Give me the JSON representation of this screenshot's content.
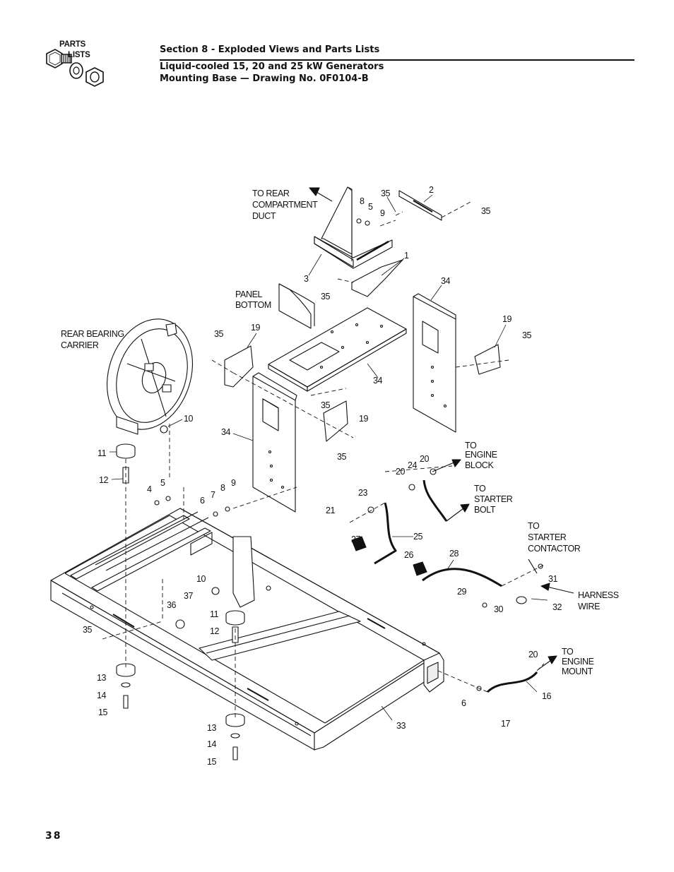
{
  "header": {
    "logo_line1": "PARTS",
    "logo_line2": "LISTS",
    "section": "Section 8 - Exploded Views and Parts Lists",
    "subtitle_line1": "Liquid-cooled 15, 20 and 25 kW Generators",
    "subtitle_line2": "Mounting Base — Drawing No. 0F0104-B"
  },
  "drawing": {
    "callouts": {
      "rear_duct": [
        "TO REAR",
        "COMPARTMENT",
        "DUCT"
      ],
      "panel_bottom": [
        "PANEL",
        "BOTTOM"
      ],
      "rear_bearing": [
        "REAR BEARING",
        "CARRIER"
      ],
      "engine_block": [
        "TO",
        "ENGINE",
        "BLOCK"
      ],
      "starter_bolt": [
        "TO",
        "STARTER",
        "BOLT"
      ],
      "starter_contactor": [
        "TO",
        "STARTER",
        "CONTACTOR"
      ],
      "harness_wire": [
        "HARNESS",
        "WIRE"
      ],
      "engine_mount": [
        "TO",
        "ENGINE",
        "MOUNT"
      ]
    },
    "part_numbers": {
      "p8a": "8",
      "p5a": "5",
      "p9a": "9",
      "p35a": "35",
      "p2": "2",
      "p35b": "35",
      "p3": "3",
      "p1": "1",
      "p35c": "35",
      "p34a": "34",
      "p19a": "19",
      "p35d": "35",
      "p35e": "35",
      "p19b": "19",
      "p34b": "34",
      "p10a": "10",
      "p35f": "35",
      "p34c": "34",
      "p19c": "19",
      "p35g": "35",
      "p11a": "11",
      "p12a": "12",
      "p4": "4",
      "p5b": "5",
      "p8b": "8",
      "p7": "7",
      "p9b": "9",
      "p6a": "6",
      "p20a": "20",
      "p24": "24",
      "p20b": "20",
      "p23": "23",
      "p21": "21",
      "p25": "25",
      "p27": "27",
      "p26": "26",
      "p28": "28",
      "p31": "31",
      "p29": "29",
      "p30": "30",
      "p32": "32",
      "p10b": "10",
      "p37": "37",
      "p36": "36",
      "p11b": "11",
      "p12b": "12",
      "p35h": "35",
      "p13a": "13",
      "p14a": "14",
      "p15a": "15",
      "p20c": "20",
      "p16": "16",
      "p6b": "6",
      "p17": "17",
      "p33": "33",
      "p13b": "13",
      "p14b": "14",
      "p15b": "15"
    }
  },
  "page_number": "38"
}
